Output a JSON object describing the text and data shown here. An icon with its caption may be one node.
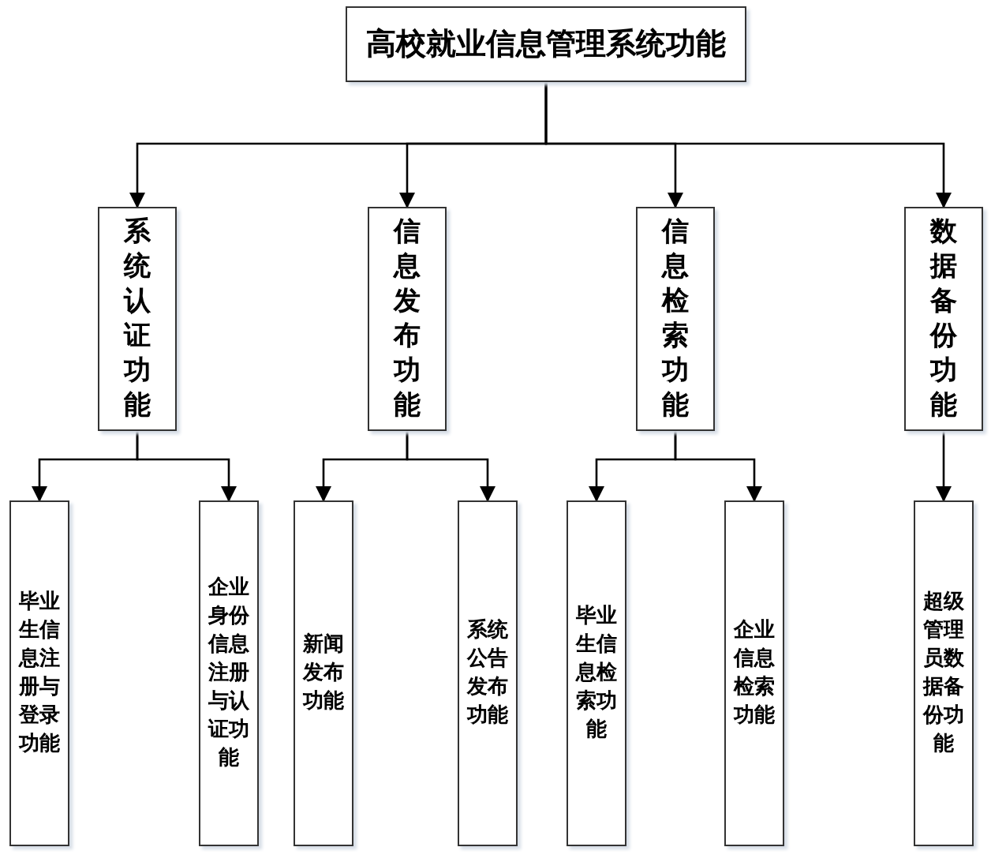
{
  "diagram": {
    "nodes": [
      {
        "text": [
          "高校就业信息管理系统功能"
        ]
      },
      {
        "text": [
          "系统认证功能"
        ]
      },
      {
        "text": [
          "信息发布功能"
        ]
      },
      {
        "text": [
          "信息检索功能"
        ]
      },
      {
        "text": [
          "数据备份功能"
        ]
      },
      {
        "text": [
          "毕业生信息注册与登录功能"
        ]
      },
      {
        "text": [
          "企业身份信息注册与认证功能"
        ]
      },
      {
        "text": [
          "新闻发布功能"
        ]
      },
      {
        "text": [
          "系统公告发布功能"
        ]
      },
      {
        "text": [
          "毕业生信息检索功能"
        ]
      },
      {
        "text": [
          "企业信息检索功能"
        ]
      },
      {
        "text": [
          "超级管理员数据备份功能"
        ]
      }
    ],
    "edges": [
      {
        "from": 0,
        "to": 1,
        "arrow": "to"
      },
      {
        "from": 0,
        "to": 2,
        "arrow": "to"
      },
      {
        "from": 0,
        "to": 3,
        "arrow": "to"
      },
      {
        "from": 0,
        "to": 4,
        "arrow": "to"
      },
      {
        "from": 1,
        "to": 5,
        "arrow": "to"
      },
      {
        "from": 1,
        "to": 6,
        "arrow": "to"
      },
      {
        "from": 2,
        "to": 7,
        "arrow": "to"
      },
      {
        "from": 2,
        "to": 8,
        "arrow": "to"
      },
      {
        "from": 3,
        "to": 9,
        "arrow": "to"
      },
      {
        "from": 3,
        "to": 10,
        "arrow": "to"
      },
      {
        "from": 4,
        "to": 11,
        "arrow": "to"
      }
    ]
  }
}
